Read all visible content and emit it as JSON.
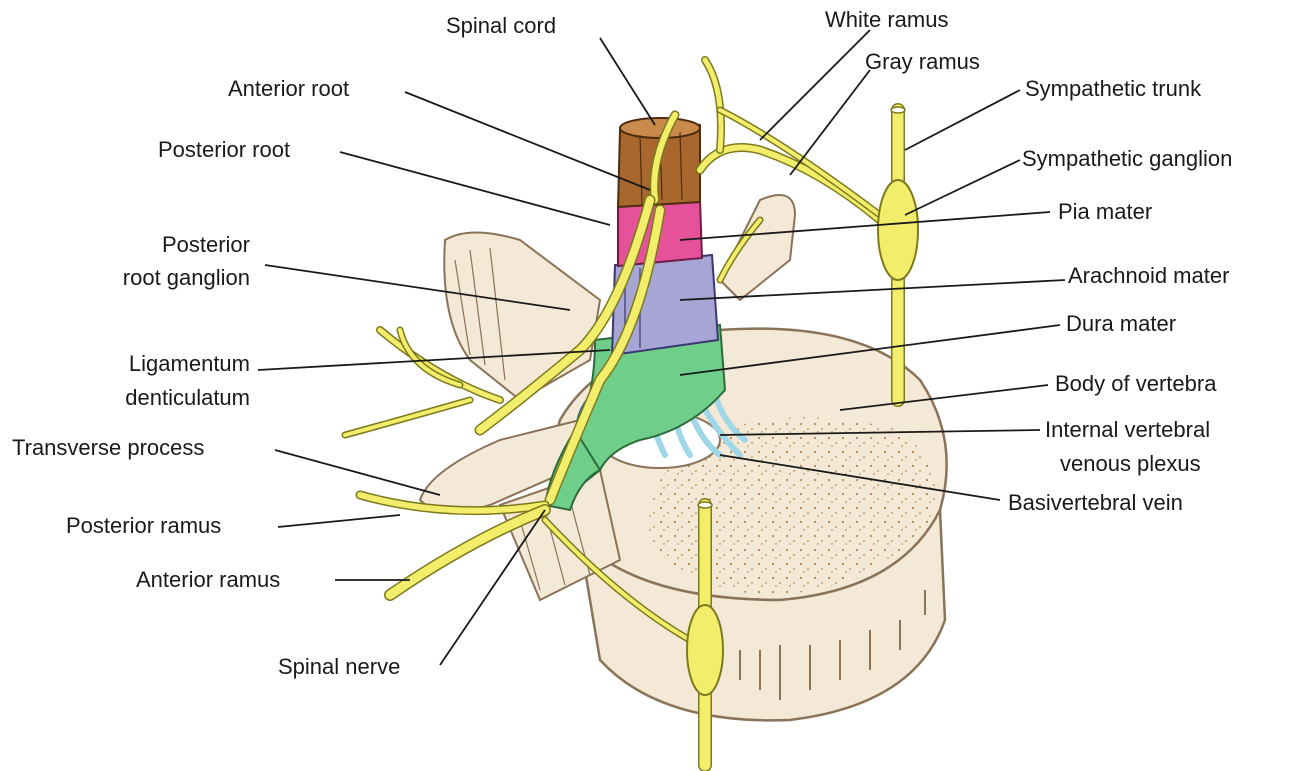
{
  "labels": {
    "spinal_cord": "Spinal cord",
    "white_ramus": "White ramus",
    "gray_ramus": "Gray ramus",
    "sympathetic_trunk": "Sympathetic trunk",
    "sympathetic_ganglion": "Sympathetic ganglion",
    "anterior_root": "Anterior root",
    "posterior_root": "Posterior root",
    "posterior_root_ganglion_1": "Posterior",
    "posterior_root_ganglion_2": "root ganglion",
    "pia_mater": "Pia mater",
    "arachnoid_mater": "Arachnoid mater",
    "dura_mater": "Dura mater",
    "ligamentum_1": "Ligamentum",
    "ligamentum_2": "denticulatum",
    "body_of_vertebra": "Body of vertebra",
    "internal_vertebral_1": "Internal vertebral",
    "internal_vertebral_2": "venous plexus",
    "transverse_process": "Transverse process",
    "basivertebral_vein": "Basivertebral vein",
    "posterior_ramus": "Posterior ramus",
    "anterior_ramus": "Anterior ramus",
    "spinal_nerve": "Spinal nerve"
  },
  "colors": {
    "bone": "#f4e9d6",
    "bone_edge": "#8a7358",
    "bone_speckle": "#b5884d",
    "nerve": "#f2ee6b",
    "nerve_edge": "#7d7a1e",
    "cord": "#a8672d",
    "pia": "#e5529a",
    "arachnoid": "#a7a4d6",
    "dura": "#6fcf8a",
    "vein": "#9fd7e8",
    "leader": "#1a1a1a"
  }
}
